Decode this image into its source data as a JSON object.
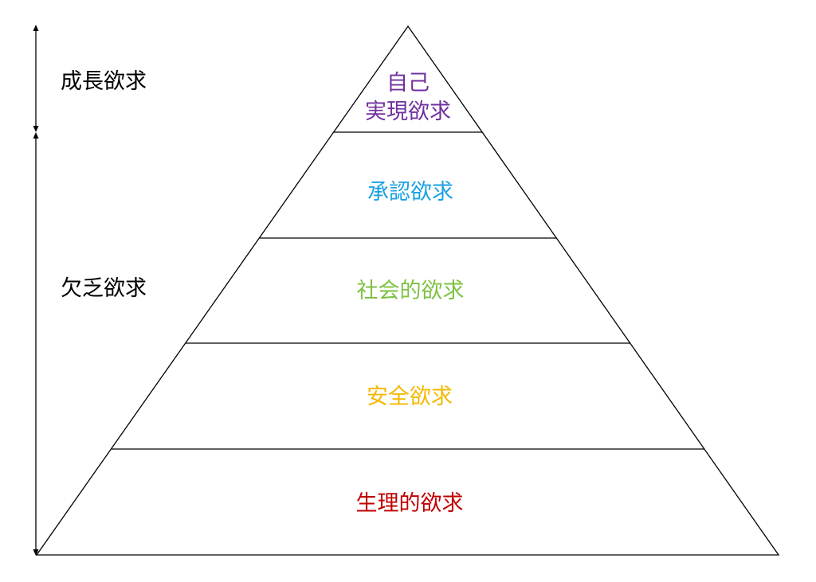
{
  "side_labels": {
    "growth": "成長欲求",
    "deficiency": "欠乏欲求"
  },
  "levels": [
    {
      "line1": "自己",
      "line2": "実現欲求",
      "color": "#7030A0"
    },
    {
      "label": "承認欲求",
      "color": "#1BA1E2"
    },
    {
      "label": "社会的欲求",
      "color": "#7DC242"
    },
    {
      "label": "安全欲求",
      "color": "#F5B800"
    },
    {
      "label": "生理的欲求",
      "color": "#C00000"
    }
  ]
}
